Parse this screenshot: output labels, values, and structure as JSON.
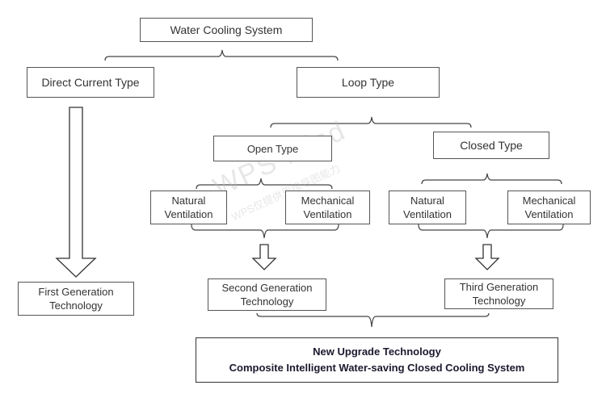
{
  "nodes": {
    "root": "Water Cooling System",
    "direct": "Direct Current Type",
    "loop": "Loop Type",
    "open": "Open Type",
    "closed": "Closed Type",
    "open_natural": "Natural\nVentilation",
    "open_mechanical": "Mechanical\nVentilation",
    "closed_natural": "Natural\nVentilation",
    "closed_mechanical": "Mechanical\nVentilation",
    "first_gen": "First Generation\nTechnology",
    "second_gen": "Second Generation\nTechnology",
    "third_gen": "Third Generation\nTechnology",
    "final": "New Upgrade Technology\nComposite Intelligent Water-saving Closed Cooling System"
  },
  "watermark": {
    "main": "WPS Mind",
    "sub": "WPS仅提供思维导图能力"
  }
}
